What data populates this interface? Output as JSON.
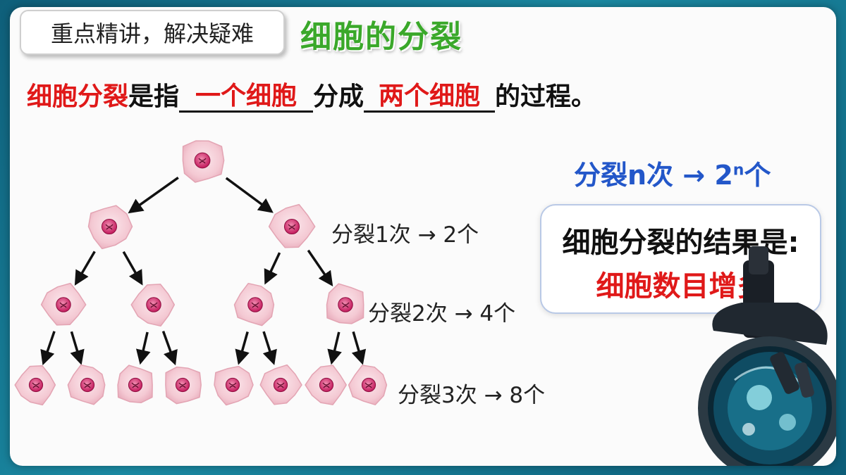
{
  "tag": "重点精讲，解决疑难",
  "title": "细胞的分裂",
  "definition": {
    "term": "细胞分裂",
    "text1": "是指",
    "blank1": "一个细胞",
    "text2": "分成",
    "blank2": "两个细胞",
    "text3": "的过程。"
  },
  "formula": {
    "left": "分裂n次 → 2",
    "exp": "n",
    "right": "个"
  },
  "levels": [
    "分裂1次 → 2个",
    "分裂2次 → 4个",
    "分裂3次 → 8个"
  ],
  "result": {
    "line1": "细胞分裂的结果是:",
    "line2": "细胞数目增多"
  },
  "colors": {
    "title_green": "#3aa82a",
    "highlight_red": "#e01919",
    "formula_blue": "#2357c9",
    "cell_pink": "#f6cfd8",
    "nucleus": "#c2185b"
  }
}
